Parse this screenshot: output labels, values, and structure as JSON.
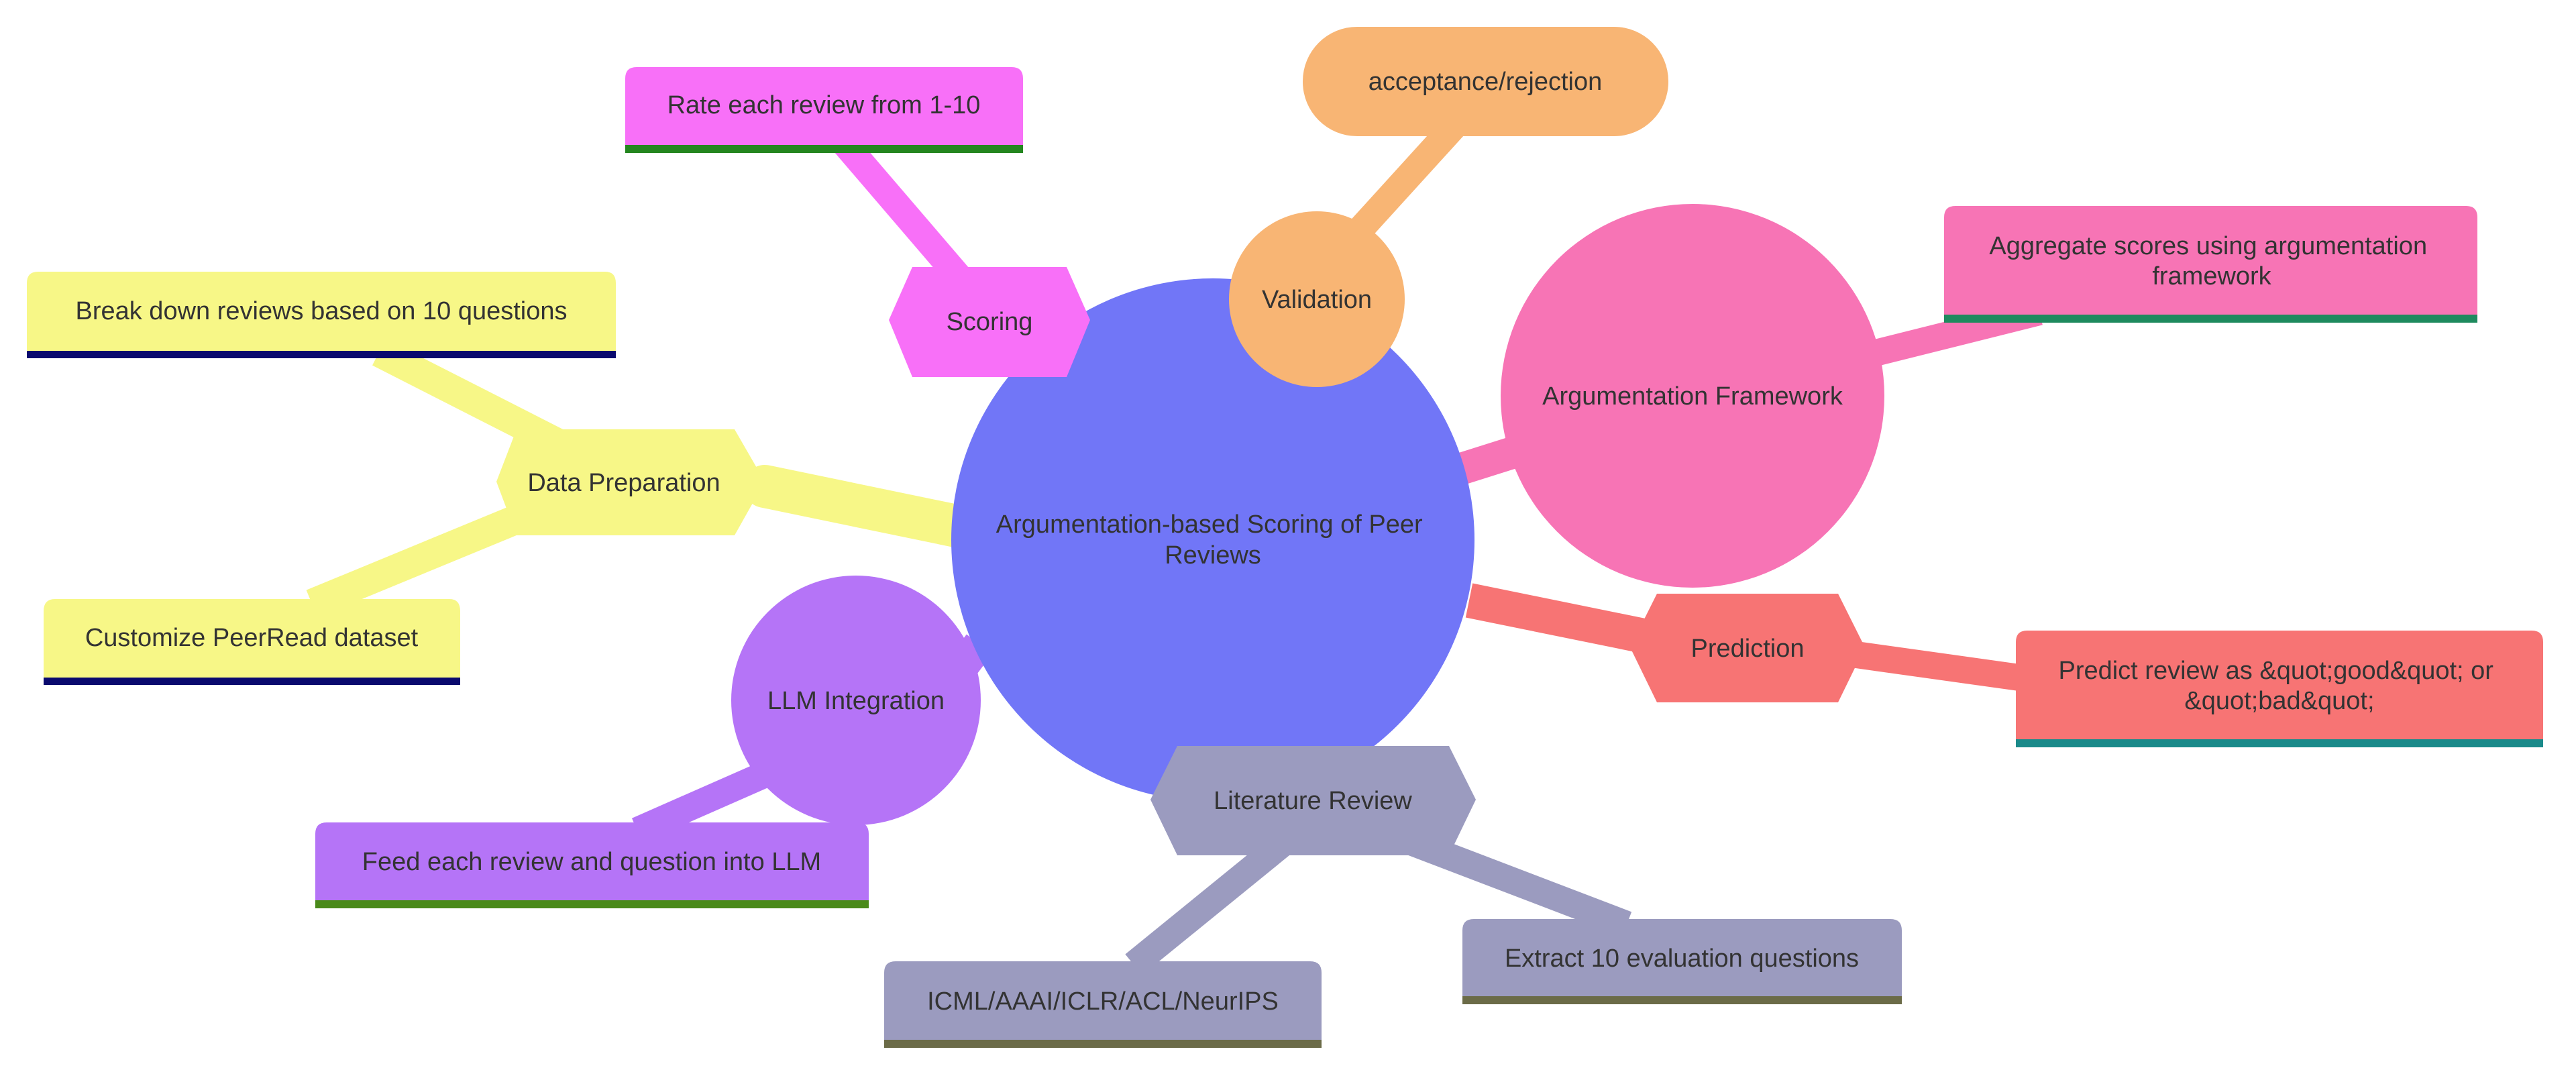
{
  "mindmap": {
    "root": {
      "lines": [
        "Argumentation-based Scoring of Peer",
        "Reviews"
      ],
      "color": "#7176F7"
    },
    "branches": [
      {
        "key": "data_preparation",
        "label": "Data Preparation",
        "color": "#F7F787",
        "shape": "hexagon",
        "leaves": [
          {
            "lines": [
              "Break down reviews based on 10 questions"
            ],
            "underline": "#0A0A6E"
          },
          {
            "lines": [
              "Customize PeerRead dataset"
            ],
            "underline": "#0A0A6E"
          }
        ]
      },
      {
        "key": "scoring",
        "label": "Scoring",
        "color": "#F870F8",
        "shape": "hexagon",
        "leaves": [
          {
            "lines": [
              "Rate each review from 1-10"
            ],
            "underline": "#24861F"
          }
        ]
      },
      {
        "key": "validation",
        "label": "Validation",
        "color": "#F8B574",
        "shape": "circle",
        "leaves": [
          {
            "lines": [
              "acceptance/rejection"
            ],
            "underline": null
          }
        ]
      },
      {
        "key": "argumentation_framework",
        "label": "Argumentation Framework",
        "color": "#F774B5",
        "shape": "circle",
        "leaves": [
          {
            "lines": [
              "Aggregate scores using argumentation",
              "framework"
            ],
            "underline": "#1E8A5E"
          }
        ]
      },
      {
        "key": "prediction",
        "label": "Prediction",
        "color": "#F77474",
        "shape": "hexagon",
        "leaves": [
          {
            "lines": [
              "Predict review as &quot;good&quot; or",
              "&quot;bad&quot;"
            ],
            "underline": "#1A8A8A"
          }
        ]
      },
      {
        "key": "literature_review",
        "label": "Literature Review",
        "color": "#9B9BBF",
        "shape": "hexagon",
        "leaves": [
          {
            "lines": [
              "Extract 10 evaluation questions"
            ],
            "underline": "#6B6B48"
          },
          {
            "lines": [
              "ICML/AAAI/ICLR/ACL/NeurIPS"
            ],
            "underline": "#6B6B48"
          }
        ]
      },
      {
        "key": "llm_integration",
        "label": "LLM Integration",
        "color": "#B574F7",
        "shape": "circle",
        "leaves": [
          {
            "lines": [
              "Feed each review and question into LLM"
            ],
            "underline": "#4A8A1A"
          }
        ]
      }
    ]
  }
}
